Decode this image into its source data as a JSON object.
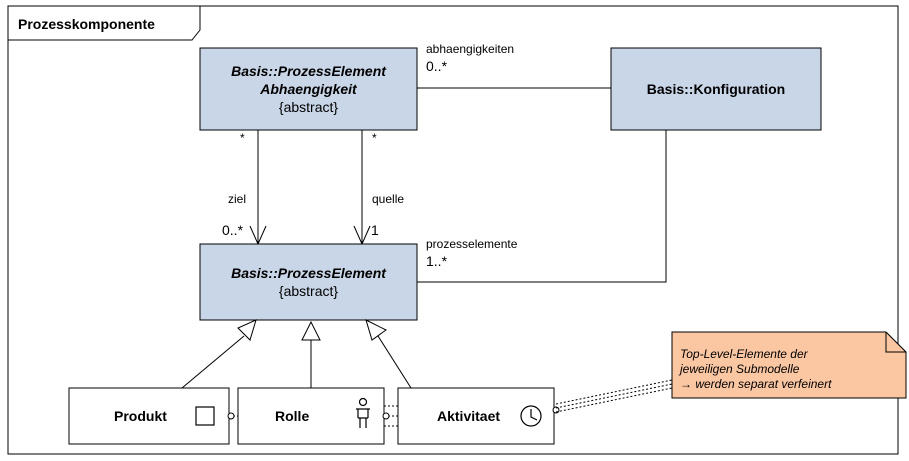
{
  "frame": {
    "title": "Prozesskomponente"
  },
  "classes": {
    "abhaengigkeit": {
      "line1": "Basis::ProzessElement",
      "line2": "Abhaengigkeit",
      "stereotype": "{abstract}"
    },
    "konfiguration": {
      "name": "Basis::Konfiguration"
    },
    "prozesselement": {
      "name": "Basis::ProzessElement",
      "stereotype": "{abstract}"
    },
    "produkt": {
      "name": "Produkt"
    },
    "rolle": {
      "name": "Rolle"
    },
    "aktivitaet": {
      "name": "Aktivitaet"
    }
  },
  "associations": {
    "abhaengigkeiten": {
      "role": "abhaengigkeiten",
      "multiplicity": "0..*"
    },
    "ziel": {
      "role": "ziel",
      "source_multiplicity": "*",
      "target_multiplicity": "0..*"
    },
    "quelle": {
      "role": "quelle",
      "source_multiplicity": "*",
      "target_multiplicity": "1"
    },
    "prozesselemente": {
      "role": "prozesselemente",
      "multiplicity": "1..*"
    }
  },
  "note": {
    "line1": "Top-Level-Elemente der",
    "line2": "jeweiligen Submodelle",
    "line3": "→ werden separat verfeinert"
  },
  "colors": {
    "class_fill": "#c9d6e7",
    "note_fill": "#fbc6a2",
    "line": "#000000",
    "background": "#ffffff"
  },
  "icons": [
    "square-icon",
    "person-icon",
    "clock-icon"
  ]
}
